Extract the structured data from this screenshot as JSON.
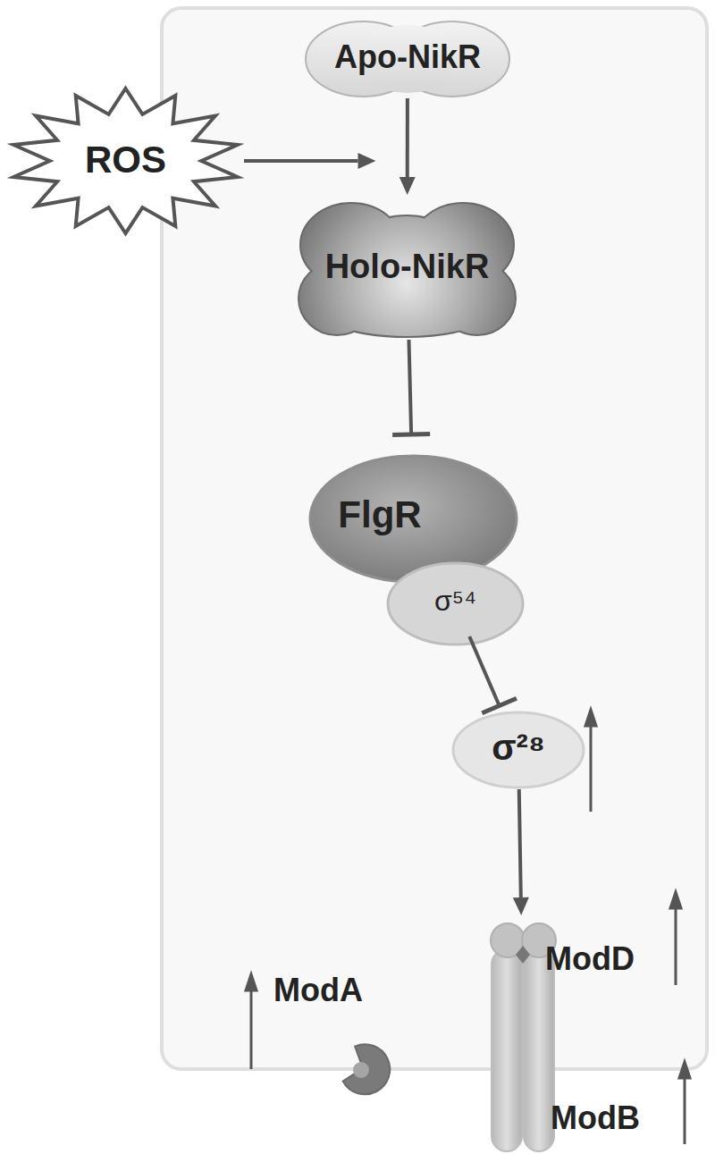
{
  "diagram": {
    "nodes": [
      {
        "text": [
          "Apo-NikR"
        ]
      },
      {
        "text": [
          "ROS"
        ]
      },
      {
        "text": [
          "Holo-NikR"
        ]
      },
      {
        "text": [
          "FlgR"
        ]
      },
      {
        "text": [
          "σ⁵⁴"
        ]
      },
      {
        "text": [
          "σ²⁸"
        ]
      },
      {
        "text": [
          "ModD",
          "ModB"
        ]
      },
      {
        "text": [
          "ModA"
        ]
      }
    ],
    "edges": [
      {
        "from": 0,
        "to": 2,
        "arrow": "to"
      },
      {
        "from": 1,
        "to": 2,
        "arrow": "to"
      },
      {
        "from": 2,
        "to": 3,
        "arrow": "to"
      },
      {
        "from": 4,
        "to": 5,
        "arrow": "to"
      },
      {
        "from": 5,
        "to": 6,
        "arrow": "to"
      }
    ]
  }
}
